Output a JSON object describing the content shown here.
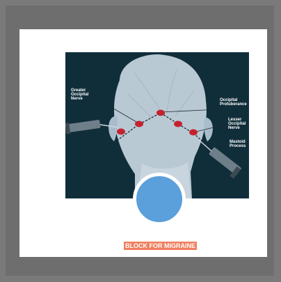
{
  "slide": {
    "labels": {
      "greater_occipital_nerve": "Greater\nOccipital\nNerve",
      "occipital_protuberance": "Occipital\nProtuberance",
      "lesser_occipital_nerve": "Lesser\nOccipital\nNerve",
      "mastoid_process": "Mastoid\nProcess"
    },
    "caption": "BLOCK FOR MIGRAINE"
  },
  "colors": {
    "slide_background": "#102e3a",
    "injection_point": "#c4222f",
    "circle": "#5b9fdb",
    "caption_highlight": "#ef7f5e"
  }
}
